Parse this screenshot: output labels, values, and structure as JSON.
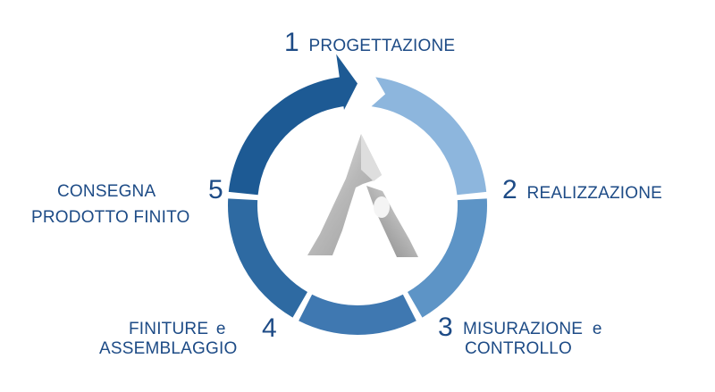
{
  "steps": [
    {
      "number": "1",
      "text": "PROGETTAZIONE",
      "color": "#8db6dd"
    },
    {
      "number": "2",
      "text": "REALIZZAZIONE",
      "color": "#5d94c6"
    },
    {
      "number": "3",
      "text_line1": "MISURAZIONE",
      "text_line1_suffix": "e",
      "text_line2": "CONTROLLO",
      "color": "#3f78b1"
    },
    {
      "number": "4",
      "text_line1": "FINITURE",
      "text_line1_suffix": "e",
      "text_line2": "ASSEMBLAGGIO",
      "color": "#2e6aa2"
    },
    {
      "number": "5",
      "text_line1": "CONSEGNA",
      "text_line2": "PRODOTTO FINITO",
      "color": "#1d5a94"
    }
  ],
  "colors": {
    "label_text": "#1d4b86",
    "logo_light": "#d9d9d9",
    "logo_mid": "#b5b5b5",
    "logo_dark": "#8a8a8a"
  },
  "logo": {
    "icon": "stylized-A-logo-icon"
  }
}
